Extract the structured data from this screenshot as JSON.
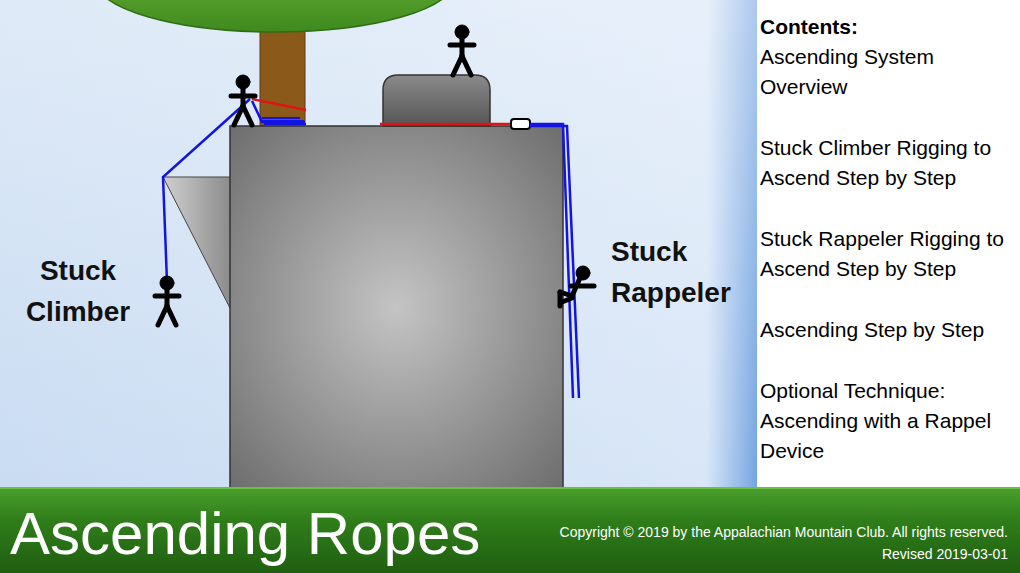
{
  "diagram": {
    "title": "Ascending Ropes",
    "nodes": [
      {
        "text": [
          "Contents:",
          "Ascending System Overview",
          "Stuck Climber Rigging to Ascend Step by Step",
          "Stuck Rappeler Rigging to Ascend Step by Step",
          "Ascending Step by Step",
          "Optional Technique: Ascending with a Rappel Device"
        ]
      }
    ],
    "labels": [
      "Stuck Climber",
      "Stuck Rappeler",
      "Copyright © 2019 by the Appalachian Mountain Club. All rights reserved.",
      "Revised 2019-03-01"
    ]
  }
}
